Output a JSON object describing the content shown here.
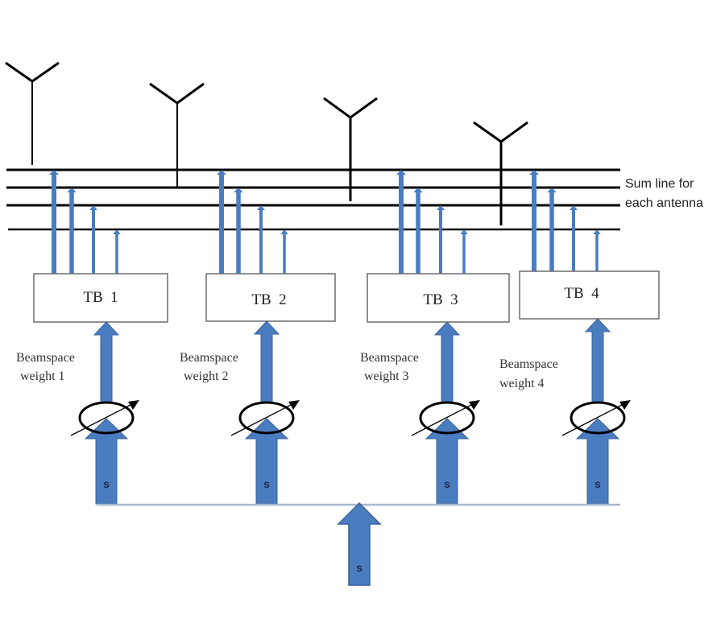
{
  "colors": {
    "line": "#000000",
    "arrow_fill": "#4a7cc0",
    "arrow_stroke": "#3a6299",
    "bus_line": "#aab8cc",
    "box_border": "#6b6b6b",
    "s_text": "#1e2d4f"
  },
  "sum_line_label": [
    "Sum line  for",
    "each antenna"
  ],
  "antennas": [
    {
      "name": "antenna-1"
    },
    {
      "name": "antenna-2"
    },
    {
      "name": "antenna-3"
    },
    {
      "name": "antenna-4"
    }
  ],
  "blocks": [
    {
      "label": "TB  1",
      "weight_label": [
        "Beamspace",
        "weight 1"
      ],
      "signal": "s"
    },
    {
      "label": "TB  2",
      "weight_label": [
        "Beamspace",
        "weight 2"
      ],
      "signal": "s"
    },
    {
      "label": "TB  3",
      "weight_label": [
        "Beamspace",
        "weight 3"
      ],
      "signal": "s"
    },
    {
      "label": "TB  4",
      "weight_label": [
        "Beamspace",
        "weight 4"
      ],
      "signal": "s"
    }
  ],
  "input_signal": "s"
}
